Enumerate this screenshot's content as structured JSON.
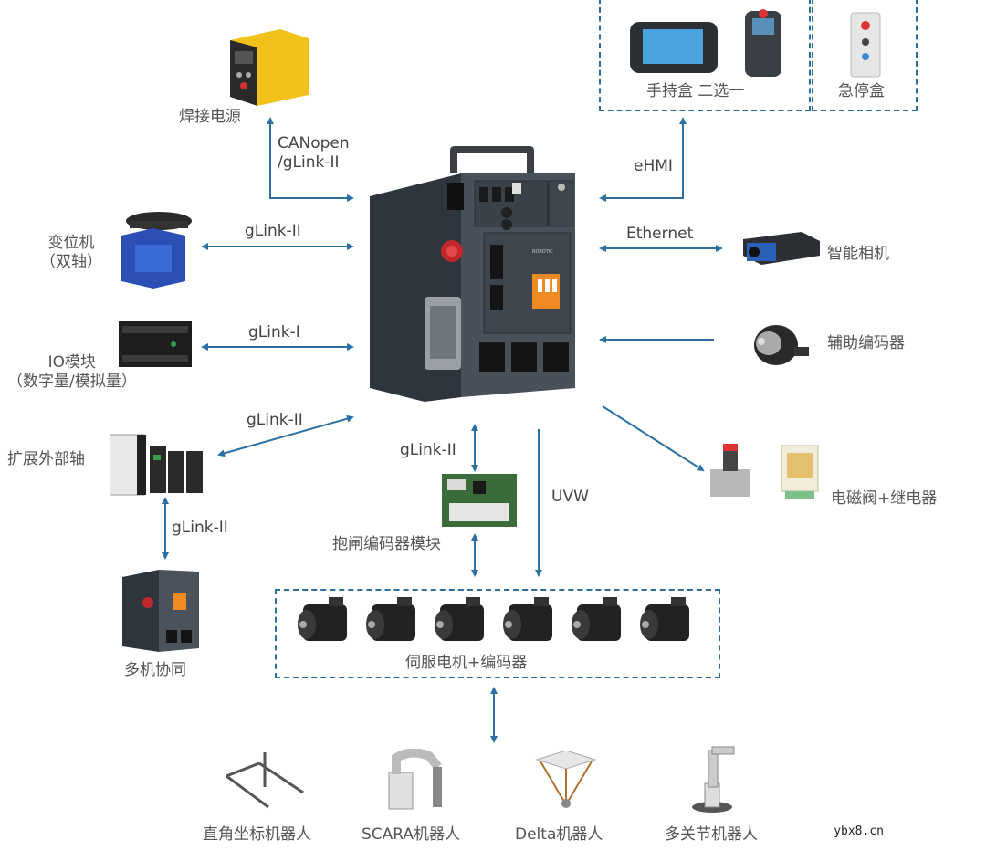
{
  "devices": {
    "welding_power": "焊接电源",
    "positioner": "变位机\n（双轴）",
    "io_module": "IO模块\n（数字量/模拟量）",
    "ext_axis": "扩展外部轴",
    "multi_machine": "多机协同",
    "handheld": "手持盒 二选一",
    "estop_box": "急停盒",
    "smart_camera": "智能相机",
    "aux_encoder": "辅助编码器",
    "valve_relay": "电磁阀+继电器",
    "brake_module": "抱闸编码器模块",
    "servo": "伺服电机+编码器"
  },
  "protocols": {
    "canopen": "CANopen\n/gLink-II",
    "glink2_positioner": "gLink-II",
    "glink1_io": "gLink-I",
    "glink2_ext": "gLink-II",
    "glink2_multi": "gLink-II",
    "glink2_brake": "gLink-II",
    "ehmi": "eHMI",
    "ethernet": "Ethernet",
    "uvw": "UVW"
  },
  "robots": [
    "直角坐标机器人",
    "SCARA机器人",
    "Delta机器人",
    "多关节机器人"
  ],
  "watermark": "ybx8.cn",
  "colors": {
    "arrow": "#2b6fa3",
    "dash": "#2e6e9e",
    "cabinet": "#3f4650"
  }
}
